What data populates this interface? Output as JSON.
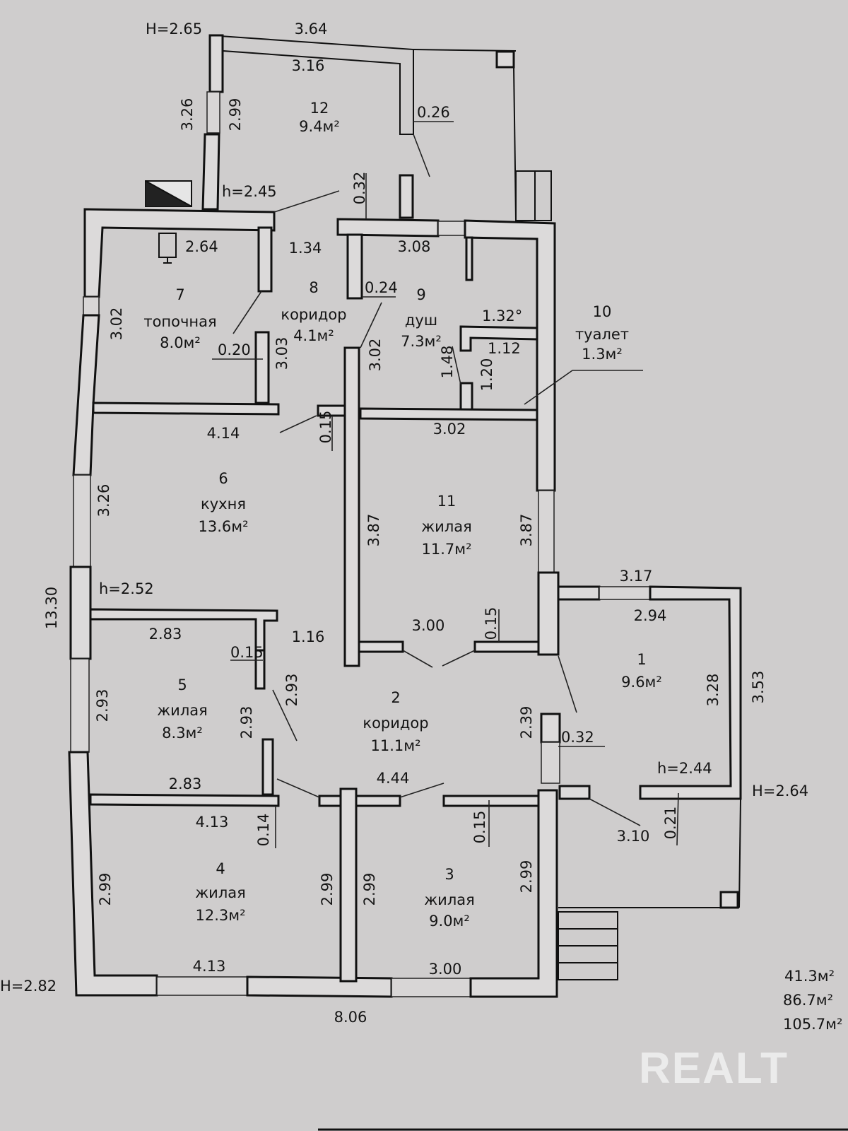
{
  "rooms": [
    {
      "id": "1",
      "name": "",
      "area": "9.6м²"
    },
    {
      "id": "2",
      "name": "коридор",
      "area": "11.1м²"
    },
    {
      "id": "3",
      "name": "жилая",
      "area": "9.0м²"
    },
    {
      "id": "4",
      "name": "жилая",
      "area": "12.3м²"
    },
    {
      "id": "5",
      "name": "жилая",
      "area": "8.3м²"
    },
    {
      "id": "6",
      "name": "кухня",
      "area": "13.6м²"
    },
    {
      "id": "7",
      "name": "топочная",
      "area": "8.0м²"
    },
    {
      "id": "8",
      "name": "коридор",
      "area": "4.1м²"
    },
    {
      "id": "9",
      "name": "душ",
      "area": "7.3м²"
    },
    {
      "id": "10",
      "name": "туалет",
      "area": "1.3м²"
    },
    {
      "id": "11",
      "name": "жилая",
      "area": "11.7м²"
    },
    {
      "id": "12",
      "name": "",
      "area": "9.4м²"
    }
  ],
  "heights": {
    "top_left": "H=2.65",
    "room12": "h=2.45",
    "kitchen": "h=2.52",
    "room1": "h=2.44",
    "right": "H=2.64",
    "bottom_left": "H=2.82"
  },
  "dimensions": {
    "d_364": "3.64",
    "d_316": "3.16",
    "d_326a": "3.26",
    "d_299a": "2.99",
    "d_026": "0.26",
    "d_032a": "0.32",
    "d_264": "2.64",
    "d_134": "1.34",
    "d_308": "3.08",
    "d_024": "0.24",
    "d_132": "1.32°",
    "d_112": "1.12",
    "d_148": "1.48",
    "d_120": "1.20",
    "d_302a": "3.02",
    "d_020": "0.20",
    "d_303": "3.03",
    "d_302b": "3.02",
    "d_414": "4.14",
    "d_015a": "0.15",
    "d_302c": "3.02",
    "d_326b": "3.26",
    "d_387a": "3.87",
    "d_387b": "3.87",
    "d_1330": "13.30",
    "d_317": "3.17",
    "d_294": "2.94",
    "d_283a": "2.83",
    "d_116": "1.16",
    "d_300a": "3.00",
    "d_015b": "0.15",
    "d_015c": "0.15",
    "d_293a": "2.93",
    "d_293b": "2.93",
    "d_293c": "2.93",
    "d_239": "2.39",
    "d_032b": "0.32",
    "d_328": "3.28",
    "d_353": "3.53",
    "d_283b": "2.83",
    "d_444": "4.44",
    "d_413a": "4.13",
    "d_014": "0.14",
    "d_015d": "0.15",
    "d_310": "3.10",
    "d_021": "0.21",
    "d_299b": "2.99",
    "d_299c": "2.99",
    "d_299d": "2.99",
    "d_299e": "2.99",
    "d_413b": "4.13",
    "d_300b": "3.00",
    "d_806": "8.06"
  },
  "totals": [
    "41.3м²",
    "86.7м²",
    "105.7м²"
  ],
  "watermark": "REALT"
}
